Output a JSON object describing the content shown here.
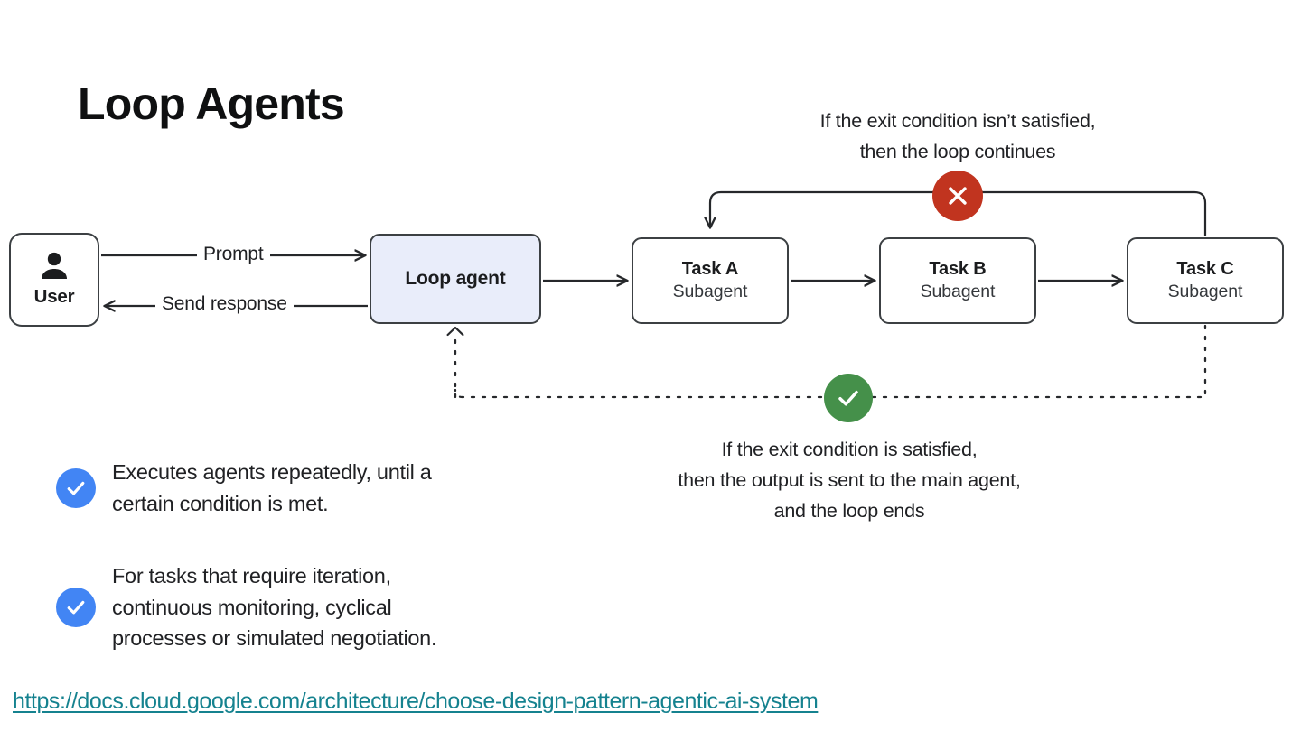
{
  "slide": {
    "title": "Loop Agents",
    "background_color": "#ffffff"
  },
  "diagram": {
    "nodes": {
      "user": {
        "label": "User",
        "icon": "person-icon"
      },
      "loop_agent": {
        "label": "Loop agent",
        "fill_color": "#e9edfa"
      },
      "task_a": {
        "title": "Task A",
        "subtitle": "Subagent"
      },
      "task_b": {
        "title": "Task B",
        "subtitle": "Subagent"
      },
      "task_c": {
        "title": "Task C",
        "subtitle": "Subagent"
      }
    },
    "edges": {
      "prompt_label": "Prompt",
      "send_response_label": "Send response"
    },
    "annotations": {
      "loop_continues": "If the exit condition isn’t satisfied,\nthen the loop continues",
      "loop_continues_line1": "If the exit condition isn’t satisfied,",
      "loop_continues_line2": "then the loop continues",
      "loop_ends_line1": "If the exit condition is satisfied,",
      "loop_ends_line2": "then the output is sent to the main agent,",
      "loop_ends_line3": "and the loop ends"
    },
    "badges": {
      "fail": {
        "icon": "x-circle-icon",
        "color": "#c1341f",
        "meaning": "exit condition not satisfied"
      },
      "pass": {
        "icon": "check-circle-icon",
        "color": "#45904a",
        "meaning": "exit condition satisfied"
      }
    }
  },
  "bullets": {
    "accent_color": "#4285f4",
    "items": [
      {
        "icon": "check-circle-icon",
        "line1": "Executes agents repeatedly, until a",
        "line2": "certain condition is met.",
        "line3": ""
      },
      {
        "icon": "check-circle-icon",
        "line1": "For tasks that require iteration,",
        "line2": "continuous monitoring, cyclical",
        "line3": "processes or simulated negotiation."
      }
    ]
  },
  "footer": {
    "link_text": "https://docs.cloud.google.com/architecture/choose-design-pattern-agentic-ai-system",
    "link_color": "#15828f"
  }
}
